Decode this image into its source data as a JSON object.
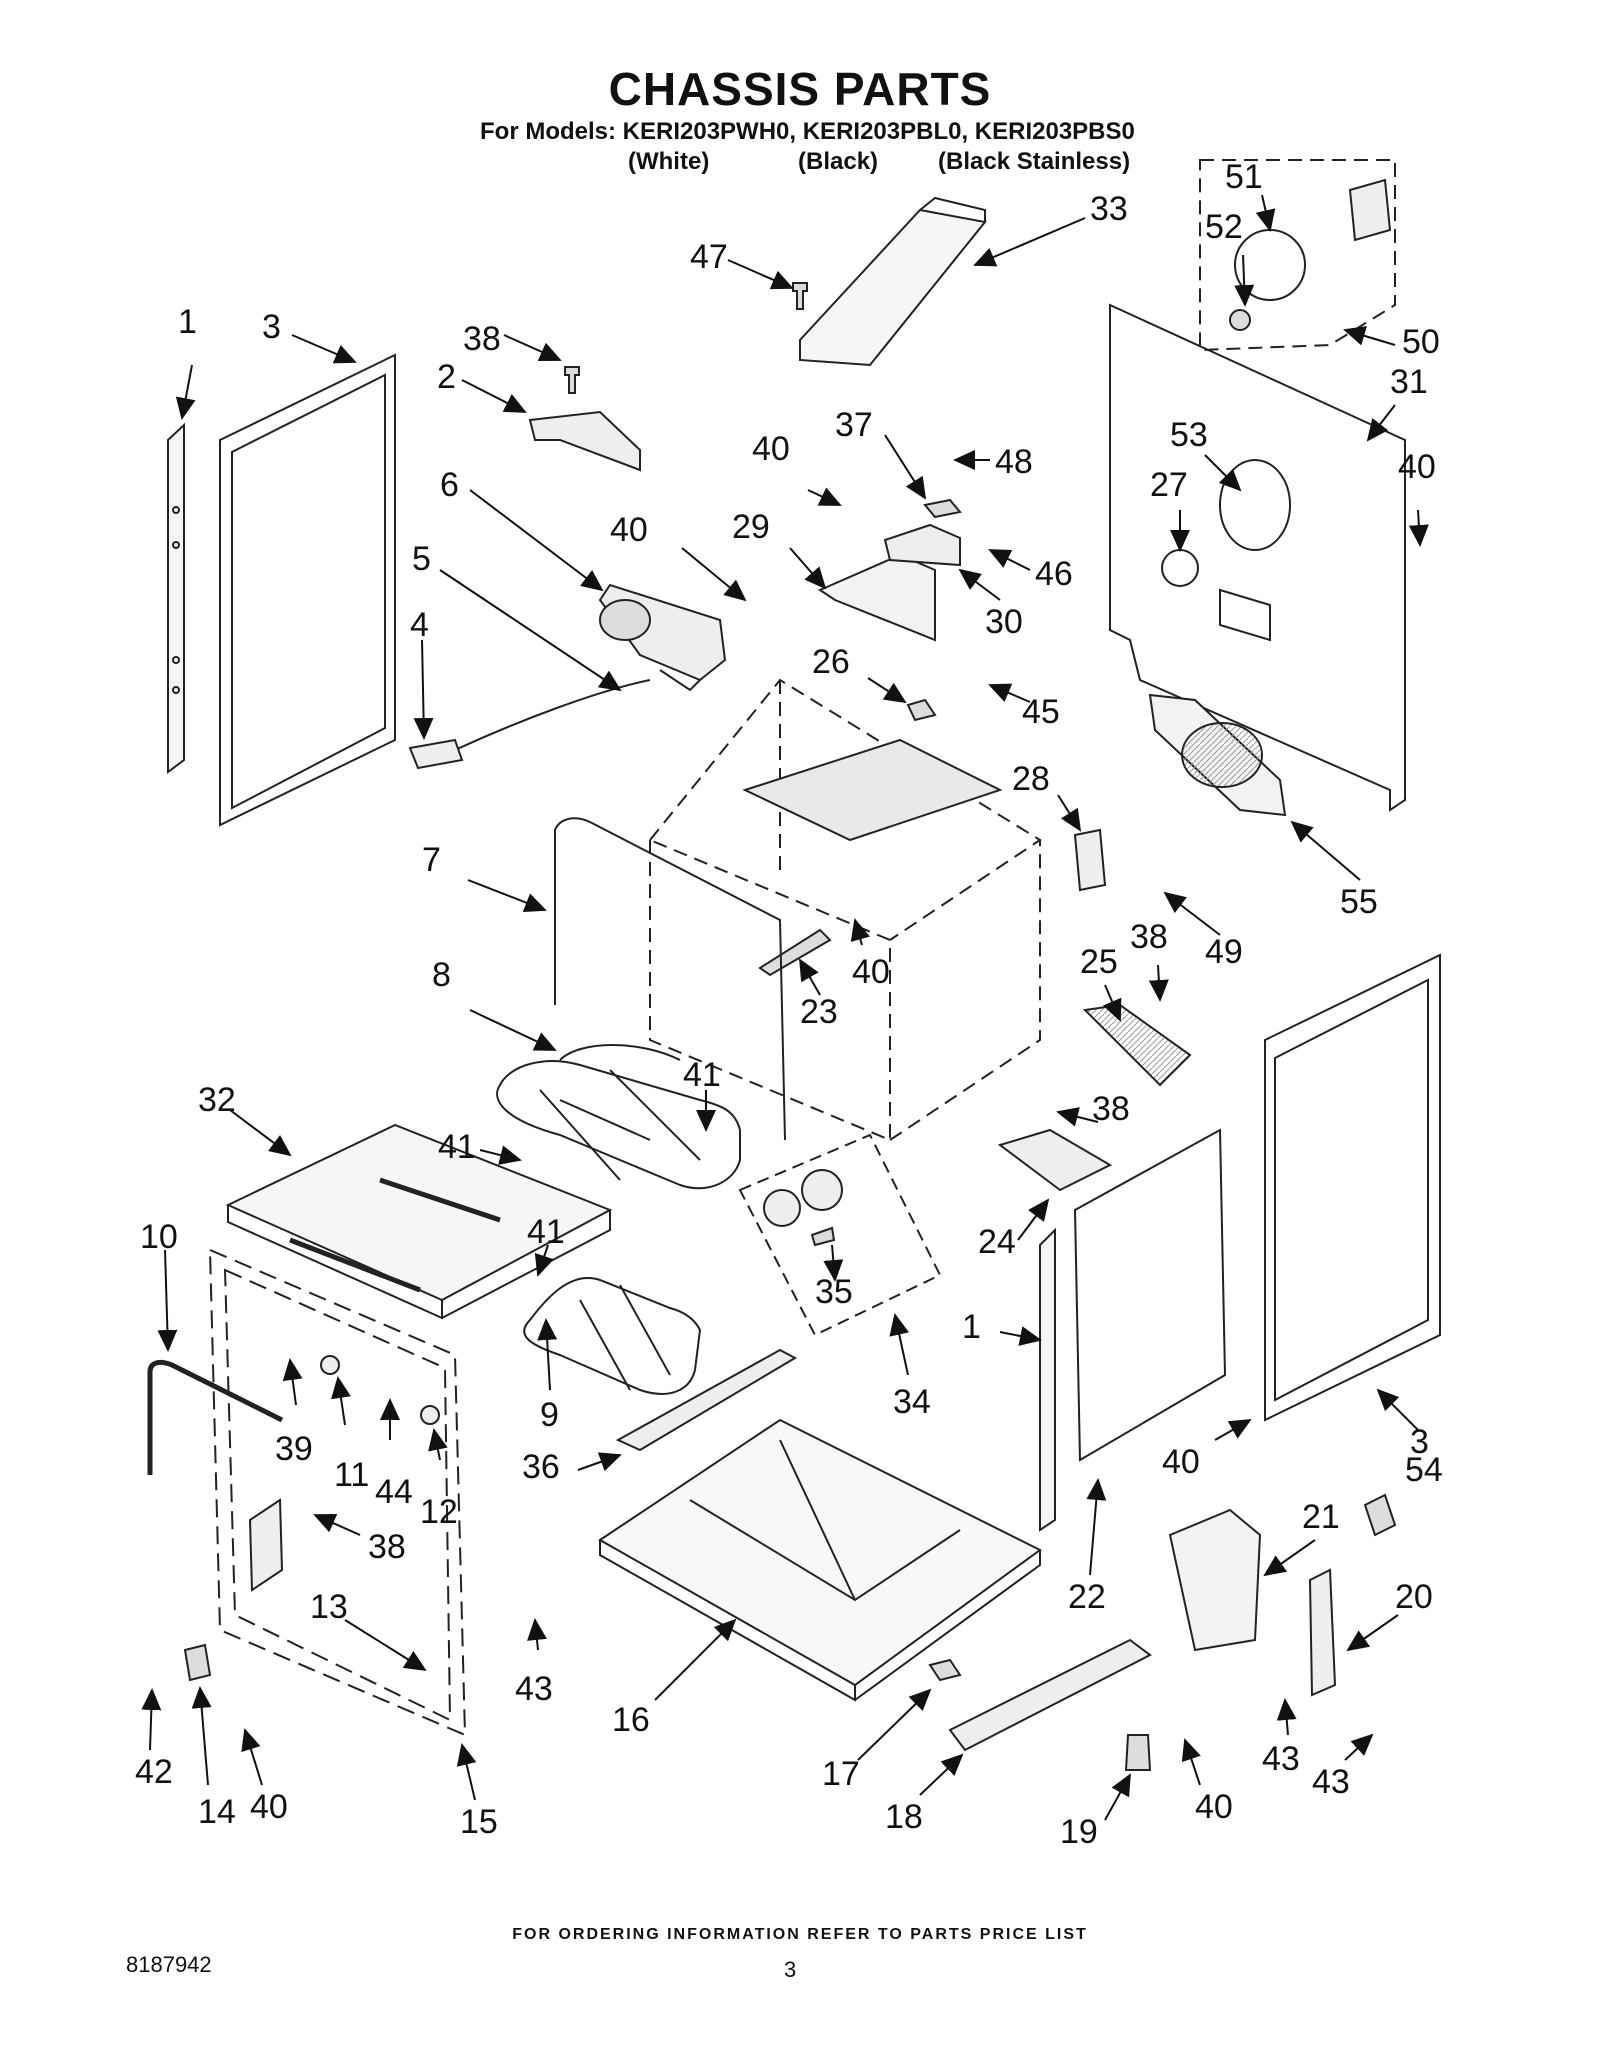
{
  "header": {
    "title": "CHASSIS PARTS",
    "models_line": "For Models: KERI203PWH0, KERI203PBL0, KERI203PBS0",
    "variants": [
      "(White)",
      "(Black)",
      "(Black Stainless)"
    ]
  },
  "callouts": {
    "c1a": "1",
    "c1b": "1",
    "c2": "2",
    "c3a": "3",
    "c3b": "3",
    "c4": "4",
    "c5": "5",
    "c6": "6",
    "c7": "7",
    "c8": "8",
    "c9": "9",
    "c10": "10",
    "c11": "11",
    "c12": "12",
    "c13": "13",
    "c14": "14",
    "c15": "15",
    "c16": "16",
    "c17": "17",
    "c18": "18",
    "c19": "19",
    "c20": "20",
    "c21": "21",
    "c22": "22",
    "c23": "23",
    "c24": "24",
    "c25": "25",
    "c26": "26",
    "c27": "27",
    "c28": "28",
    "c29": "29",
    "c30": "30",
    "c31": "31",
    "c32": "32",
    "c33": "33",
    "c34": "34",
    "c35": "35",
    "c36": "36",
    "c37": "37",
    "c38a": "38",
    "c38b": "38",
    "c38c": "38",
    "c38d": "38",
    "c39": "39",
    "c40a": "40",
    "c40b": "40",
    "c40c": "40",
    "c40d": "40",
    "c40e": "40",
    "c40f": "40",
    "c40g": "40",
    "c41a": "41",
    "c41b": "41",
    "c41c": "41",
    "c42": "42",
    "c43a": "43",
    "c43b": "43",
    "c43c": "43",
    "c44": "44",
    "c45": "45",
    "c46": "46",
    "c47": "47",
    "c48": "48",
    "c49": "49",
    "c50": "50",
    "c51": "51",
    "c52": "52",
    "c53": "53",
    "c54": "54",
    "c55": "55"
  },
  "footer": {
    "ordering_note": "FOR ORDERING INFORMATION REFER TO PARTS PRICE LIST",
    "doc_number": "8187942",
    "page_number": "3"
  }
}
